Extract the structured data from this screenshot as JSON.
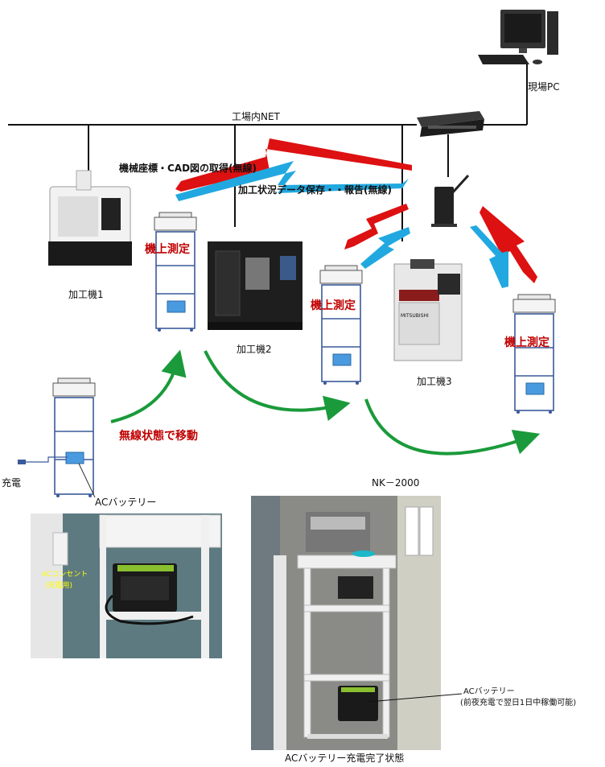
{
  "labels": {
    "site_pc": "現場PC",
    "factory_net": "工場内NET",
    "wireless_get": "機械座標・CAD図の取得(無線)",
    "wireless_save": "加工状況データ保存・・報告(無線)",
    "machine1": "加工機1",
    "machine2": "加工機2",
    "machine3": "加工機3",
    "onboard1": "機上測定",
    "onboard2": "機上測定",
    "onboard3": "機上測定",
    "move_wireless": "無線状態で移動",
    "charge": "充電",
    "ac_battery": "ACバッテリー",
    "model": "NK－2000",
    "ac_outlet": "ACコンセント",
    "ac_outlet_sub": "(充電用)",
    "ac_battery2": "ACバッテリー",
    "ac_battery2_sub": "(前夜充電で翌日1日中稼働可能)",
    "photo_caption": "ACバッテリー充電完了状態",
    "brand": "MITSUBISHI"
  },
  "colors": {
    "red_arrow": "#dd1111",
    "blue_arrow": "#22a8e0",
    "green_arrow": "#1a9a3a",
    "label_red": "#c00000"
  }
}
